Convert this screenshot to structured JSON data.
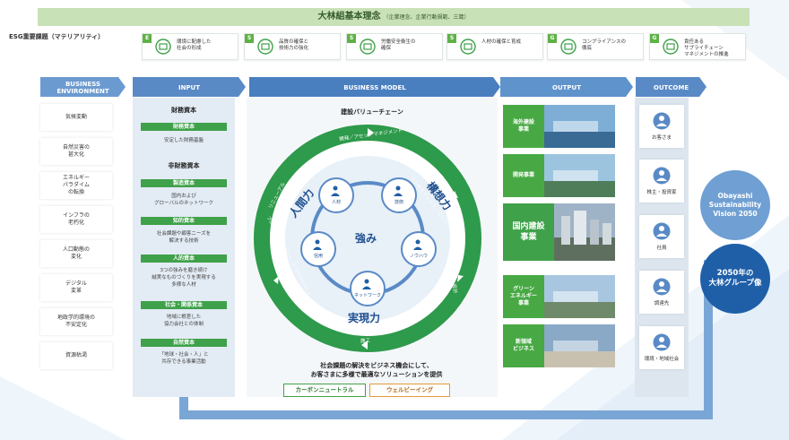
{
  "top_band": {
    "title": "大林組基本理念",
    "subtitle": "（企業理念、企業行動規範、三箴）"
  },
  "esg": {
    "label": "ESG重要課題（マテリアリティ）",
    "items": [
      {
        "tag": "E",
        "text": "環境に配慮した\n社会の形成",
        "icon": "eco-building-icon"
      },
      {
        "tag": "S",
        "text": "品質の確保と\n技術力の強化",
        "icon": "gear-quality-icon"
      },
      {
        "tag": "S",
        "text": "労働安全衛生の\n確保",
        "icon": "helmet-icon"
      },
      {
        "tag": "S",
        "text": "人材の確保と育成",
        "icon": "people-growth-icon"
      },
      {
        "tag": "G",
        "text": "コンプライアンスの\n徹底",
        "icon": "document-check-icon"
      },
      {
        "tag": "G",
        "text": "責任ある\nサプライチェーン\nマネジメントの推進",
        "icon": "handshake-icon"
      }
    ]
  },
  "headers": {
    "env": "BUSINESS\nENVIRONMENT",
    "input": "INPUT",
    "model": "BUSINESS MODEL",
    "output": "OUTPUT",
    "outcome": "OUTCOME"
  },
  "environment": [
    "気候変動",
    "自然災害の\n甚大化",
    "エネルギー\nパラダイム\nの転換",
    "インフラの\n老朽化",
    "人口動態の\n変化",
    "デジタル\n変革",
    "地政学的環境の\n不安定化",
    "資源枯渇"
  ],
  "input": {
    "financial_heading": "財務資本",
    "financial_bar": "財務資本",
    "financial_desc": "安定した財務基盤",
    "nonfinancial_heading": "非財務資本",
    "capitals": [
      {
        "bar": "製造資本",
        "desc": "国内および\nグローバルのネットワーク"
      },
      {
        "bar": "知的資本",
        "desc": "社会課題や顧客ニーズを\n解決する技術"
      },
      {
        "bar": "人的資本",
        "desc": "3つの強みを磨き続け\n誠実なものづくりを実現する\n多様な人材"
      },
      {
        "bar": "社会・関係資本",
        "desc": "地域に根差した\n協力会社との体制"
      },
      {
        "bar": "自然資本",
        "desc": "「地球・社会・人」と\n共存できる事業活動"
      }
    ]
  },
  "model": {
    "chain_title": "建設バリューチェーン",
    "ring_labels": [
      "開発／アセットマネジメント",
      "コンサルティング／エンジニアリング",
      "設計",
      "施工",
      "プロパティマネジメント／ビルマネジメント",
      "リニューアル"
    ],
    "strength_left": "人間力",
    "strength_right": "構想力",
    "strength_bottom": "実現力",
    "center": "強み",
    "nodes": [
      "人材",
      "技術",
      "ノウハウ",
      "ネットワーク",
      "信用"
    ],
    "bottom_message": "社会課題の解決をビジネス機会にして、\nお客さまに多様で最適なソリューションを提供",
    "pills": [
      "カーボンニュートラル",
      "ウェルビーイング"
    ]
  },
  "output": {
    "items": [
      "海外建設\n事業",
      "開発事業",
      "グリーン\nエネルギー\n事業",
      "新領域\nビジネス"
    ],
    "big": "国内建設\n事業"
  },
  "outcome": {
    "items": [
      {
        "label": "お客さま",
        "icon": "customer-icon"
      },
      {
        "label": "株主・投資家",
        "icon": "shareholder-icon"
      },
      {
        "label": "社員",
        "icon": "employee-icon"
      },
      {
        "label": "調達先",
        "icon": "supplier-icon"
      },
      {
        "label": "環境・地域社会",
        "icon": "community-icon"
      }
    ]
  },
  "vision": {
    "top": "Obayashi\nSustainability\nVision 2050",
    "bottom": "2050年の\n大林グループ像"
  },
  "colors": {
    "green": "#3fa14a",
    "blue": "#5a8ac6",
    "navy": "#1f5fa8",
    "light_green": "#c9e1b6"
  }
}
